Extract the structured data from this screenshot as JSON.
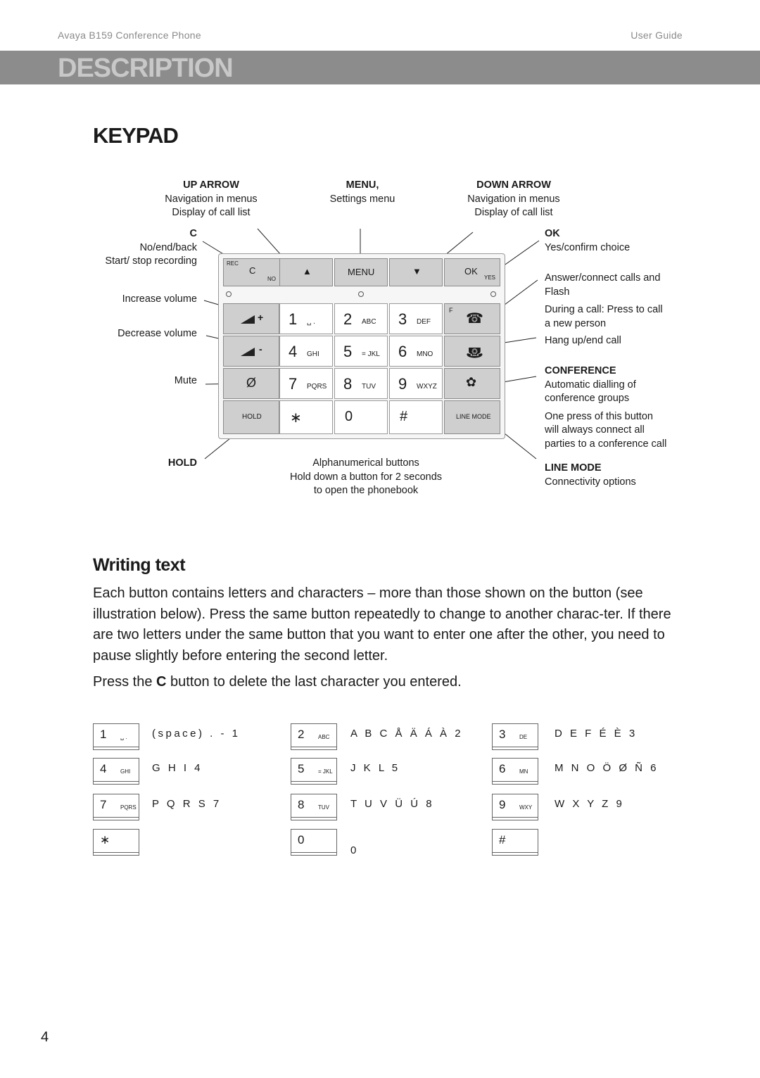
{
  "header": {
    "product": "Avaya B159 Conference Phone",
    "guide": "User Guide"
  },
  "section_title": "DESCRIPTION",
  "heading": "KEYPAD",
  "callouts": {
    "up_arrow": {
      "title": "UP ARROW",
      "line1": "Navigation in menus",
      "line2": "Display of call list"
    },
    "menu": {
      "title": "MENU,",
      "line1": "Settings menu"
    },
    "down_arrow": {
      "title": "DOWN ARROW",
      "line1": "Navigation in menus",
      "line2": "Display of call list"
    },
    "c": {
      "title": "C",
      "line1": "No/end/back",
      "line2": "Start/ stop recording"
    },
    "ok": {
      "title": "OK",
      "line1": "Yes/confirm choice"
    },
    "answer": {
      "line1": "Answer/connect calls and",
      "line2": "Flash",
      "line3": "During a call: Press to call",
      "line4": "a new person"
    },
    "hangup": "Hang up/end call",
    "increase_volume": "Increase volume",
    "decrease_volume": "Decrease volume",
    "mute": "Mute",
    "conference": {
      "title": "CONFERENCE",
      "line1": "Automatic dialling of",
      "line2": "conference groups",
      "line3": "One press of this button",
      "line4": "will always connect all",
      "line5": "parties to a conference call"
    },
    "hold": "HOLD",
    "alnum": {
      "line1": "Alphanumerical buttons",
      "line2": "Hold down a button for 2 seconds",
      "line3": "to open the phonebook"
    },
    "line_mode": {
      "title": "LINE MODE",
      "line1": "Connectivity options"
    }
  },
  "keypad": {
    "rec": "REC",
    "c": "C",
    "no": "NO",
    "menu": "MENU",
    "ok": "OK",
    "yes": "YES",
    "f": "F",
    "hold": "HOLD",
    "line_mode": "LINE MODE",
    "keys": [
      {
        "num": "1",
        "sub": "␣ ."
      },
      {
        "num": "2",
        "sub": "ABC"
      },
      {
        "num": "3",
        "sub": "DEF"
      },
      {
        "num": "4",
        "sub": "GHI"
      },
      {
        "num": "5",
        "sub": "= JKL"
      },
      {
        "num": "6",
        "sub": "MNO"
      },
      {
        "num": "7",
        "sub": "PQRS"
      },
      {
        "num": "8",
        "sub": "TUV"
      },
      {
        "num": "9",
        "sub": "WXYZ"
      },
      {
        "num": "∗",
        "sub": ""
      },
      {
        "num": "0",
        "sub": ""
      },
      {
        "num": "#",
        "sub": ""
      }
    ],
    "icons": {
      "up": "▲",
      "down": "▼",
      "answer": "☎",
      "hangup": "☎",
      "conference": "✿",
      "mute": "Ø",
      "volume_up": "+",
      "volume_down": "-"
    }
  },
  "writing_text": {
    "heading": "Writing text",
    "p1": "Each button contains letters and characters – more than those shown on the button (see illustration below). Press the same button repeatedly to change to another charac-ter. If there are two letters under the same button that you want to enter one after the other, you need to pause slightly before entering the second letter.",
    "p2_pre": "Press the ",
    "p2_bold": "C",
    "p2_post": " button to delete the last character you entered."
  },
  "char_table": [
    {
      "num": "1",
      "sub": "␣ .",
      "chars": "(space) . - 1"
    },
    {
      "num": "4",
      "sub": "GHI",
      "chars": "G H I 4"
    },
    {
      "num": "7",
      "sub": "PQRS",
      "chars": "P Q R S 7"
    },
    {
      "num": "∗",
      "sub": "",
      "chars": ""
    },
    {
      "num": "2",
      "sub": "ABC",
      "chars": "A B C Å Ä Á À 2"
    },
    {
      "num": "5",
      "sub": "= JKL",
      "chars": "J K L 5"
    },
    {
      "num": "8",
      "sub": "TUV",
      "chars": "T U V Ü Ú 8"
    },
    {
      "num": "0",
      "sub": "",
      "chars": "0"
    },
    {
      "num": "3",
      "sub": "DE",
      "chars": "D E F É È 3"
    },
    {
      "num": "6",
      "sub": "MN",
      "chars": "M N O Ö Ø Ñ 6"
    },
    {
      "num": "9",
      "sub": "WXY",
      "chars": "W X Y Z 9"
    },
    {
      "num": "#",
      "sub": "",
      "chars": ""
    }
  ],
  "page_number": "4"
}
